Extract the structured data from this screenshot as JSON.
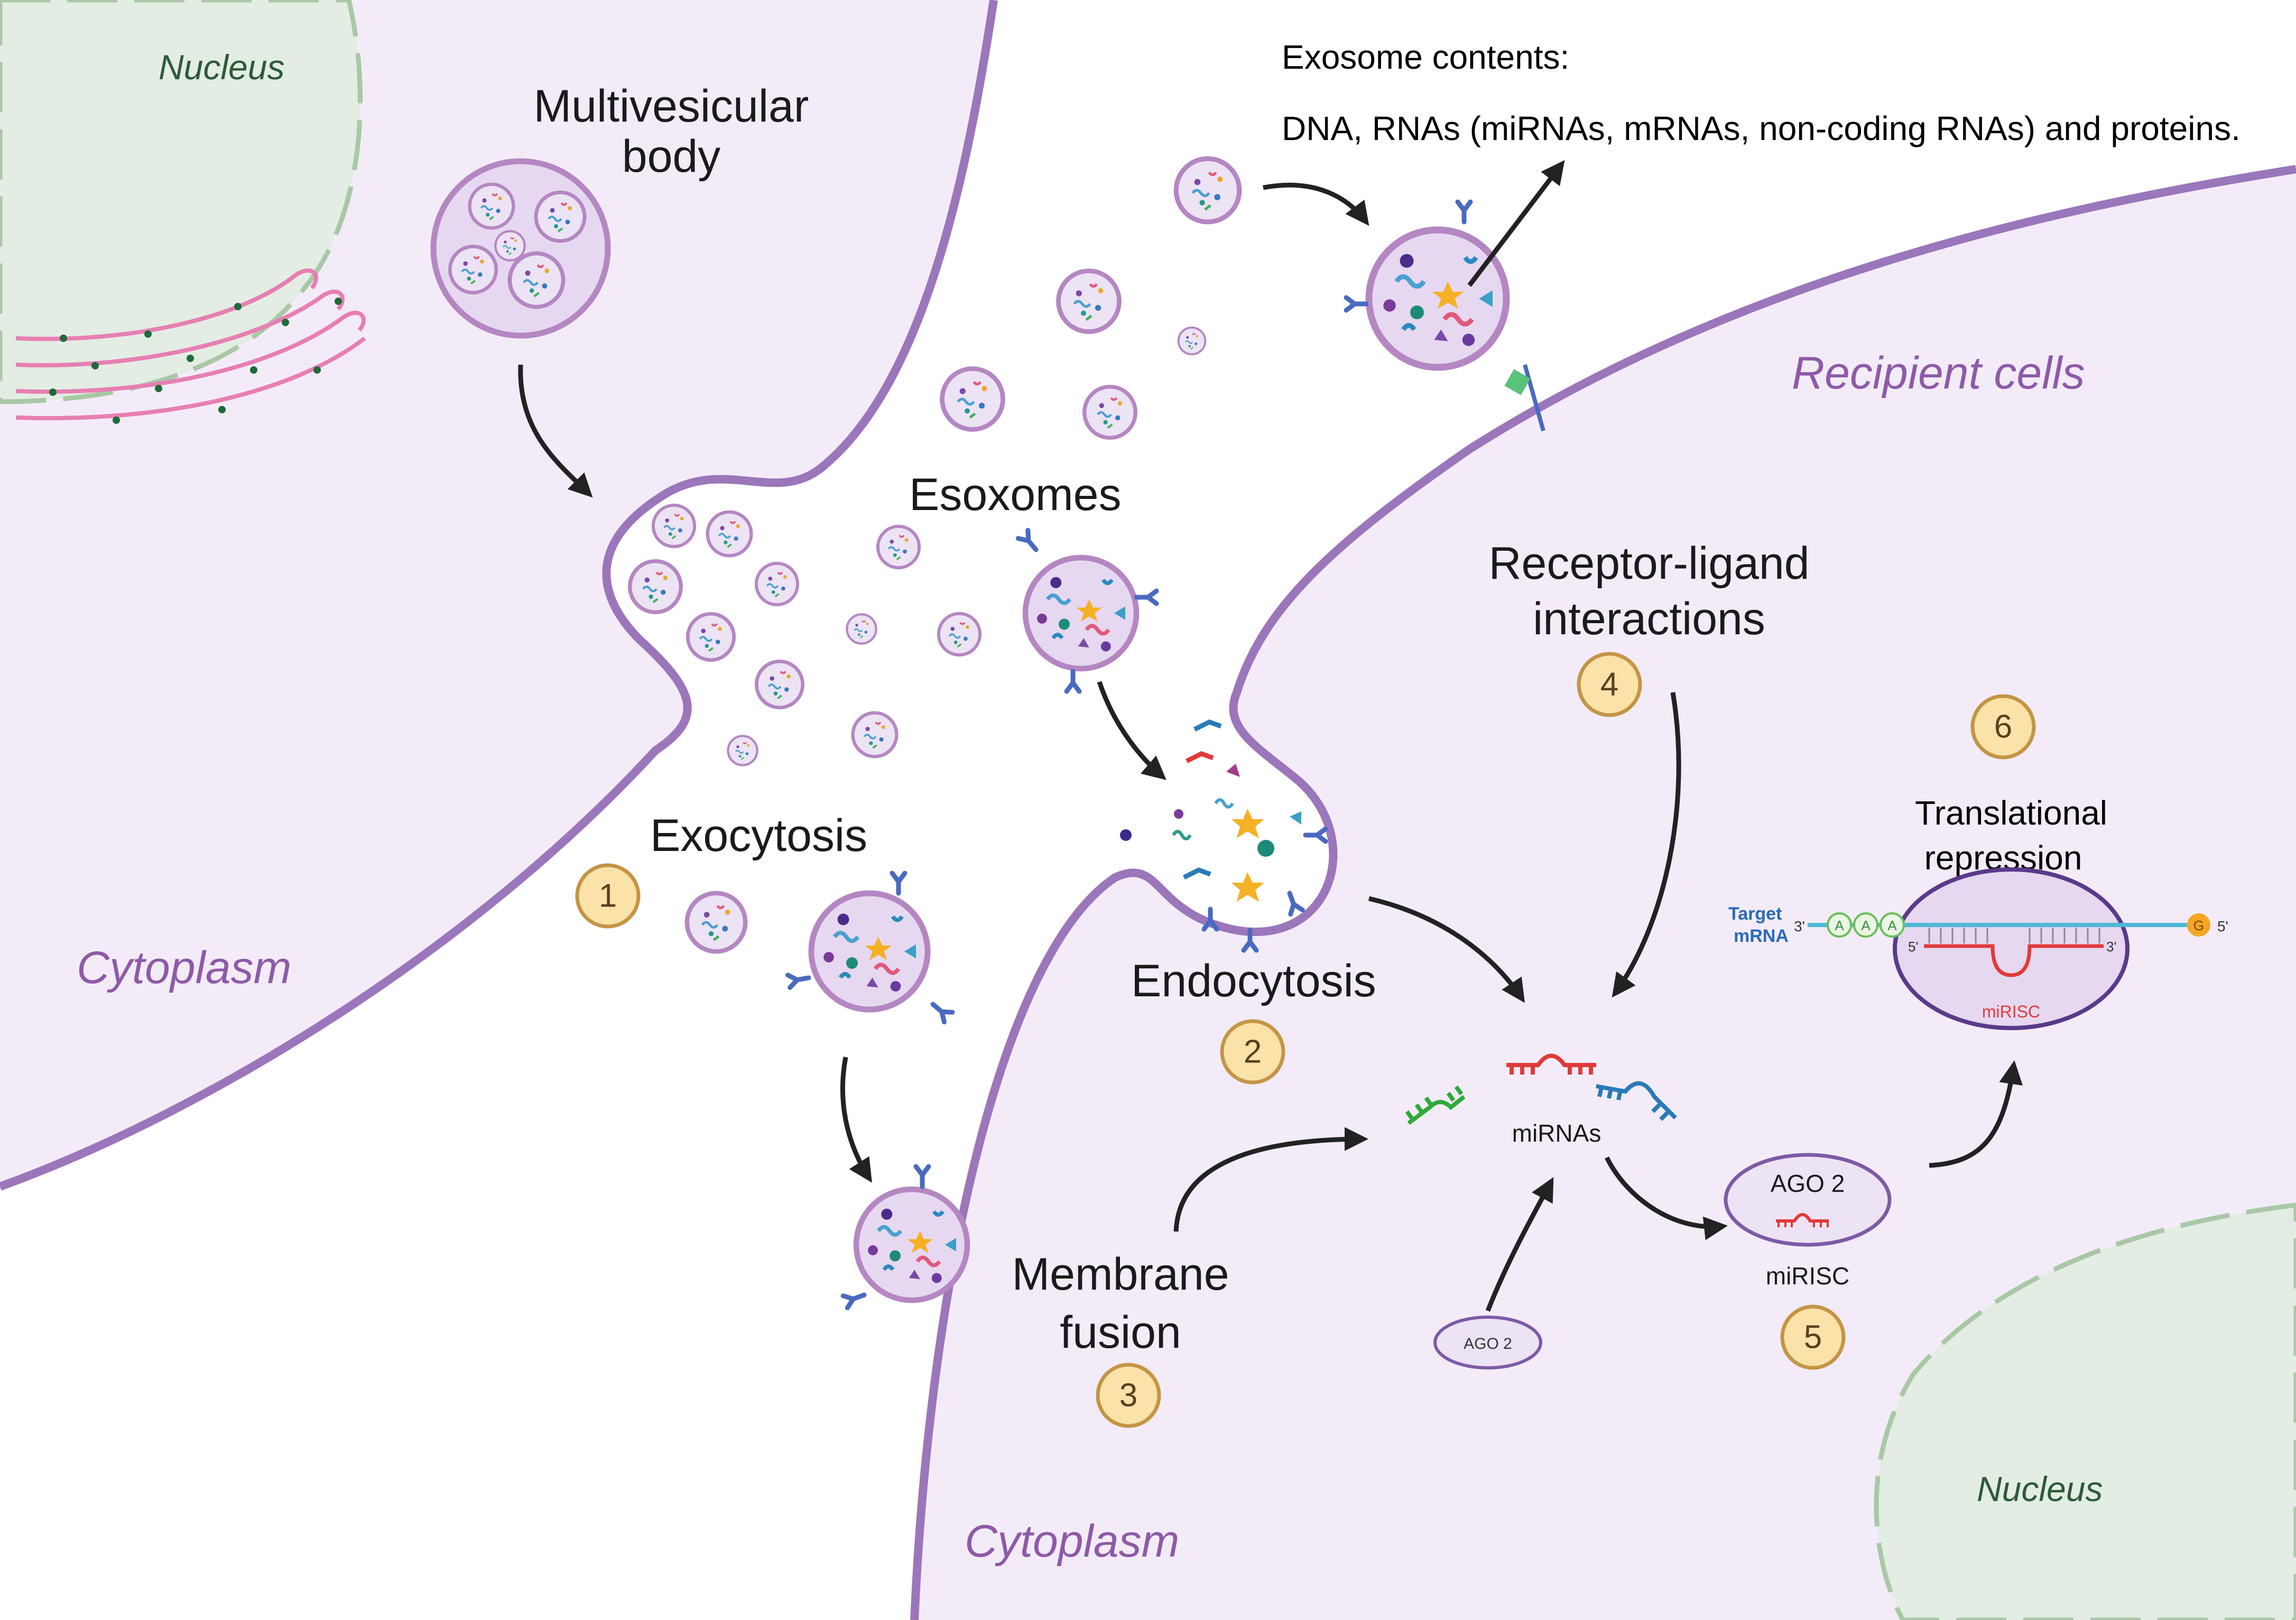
{
  "colors": {
    "cell_fill": "#f3ecf8",
    "membrane": "#9b76bb",
    "nucleus_fill": "#e3ede3",
    "nucleus_border": "#a9c8a6",
    "er": "#e77fb3",
    "vesicle_fill": "#ece3f4",
    "vesicle_border": "#b487c2",
    "step_fill": "#fae2a9",
    "step_border": "#c49545",
    "arrow": "#222222",
    "mirna_green": "#2faa3a",
    "mirna_red": "#e03a3a",
    "mirna_blue": "#2a7ab7",
    "mrna_line": "#4fb8d8"
  },
  "cells": {
    "donor": {
      "nucleus_label": "Nucleus",
      "cytoplasm_label": "Cytoplasm",
      "mvb_label_line1": "Multivesicular",
      "mvb_label_line2": "body"
    },
    "recipient": {
      "title": "Recipient cells",
      "nucleus_label": "Nucleus",
      "cytoplasm_label": "Cytoplasm"
    }
  },
  "exosome_contents": {
    "title": "Exosome contents:",
    "text": "DNA, RNAs (miRNAs, mRNAs, non-coding RNAs) and proteins."
  },
  "exosomes_label": "Esoxomes",
  "steps": [
    {
      "num": "1",
      "label_line1": "Exocytosis",
      "label_line2": ""
    },
    {
      "num": "2",
      "label_line1": "Endocytosis",
      "label_line2": ""
    },
    {
      "num": "3",
      "label_line1": "Membrane",
      "label_line2": "fusion"
    },
    {
      "num": "4",
      "label_line1": "Receptor-ligand",
      "label_line2": "interactions"
    },
    {
      "num": "5",
      "label_line1": "miRISC",
      "label_line2": ""
    },
    {
      "num": "6",
      "label_line1": "Translational",
      "label_line2": "repression"
    }
  ],
  "mirnas_label": "miRNAs",
  "ago2_label": "AGO 2",
  "ago2_complex_label": "AGO 2",
  "translation": {
    "target_line1": "Target",
    "target_line2": "mRNA",
    "three_prime": "3'",
    "five_prime": "5'",
    "poly_a": [
      "A",
      "A",
      "A"
    ],
    "cap": "G",
    "inner_five": "5'",
    "inner_three": "3'",
    "mirisc_label": "miRISC"
  }
}
